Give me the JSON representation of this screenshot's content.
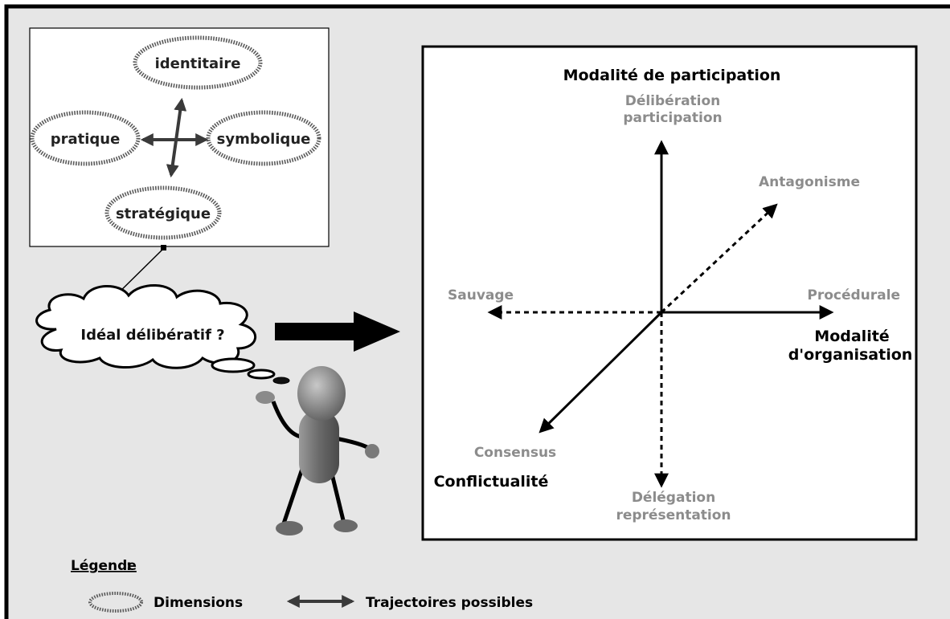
{
  "dimensions": {
    "identitaire": "identitaire",
    "pratique": "pratique",
    "symbolique": "symbolique",
    "strategique": "stratégique"
  },
  "thought": "Idéal délibératif ?",
  "axes": {
    "participation_title": "Modalité de participation",
    "participation_top_line1": "Délibération",
    "participation_top_line2": "participation",
    "participation_bottom_line1": "Délégation",
    "participation_bottom_line2": "représentation",
    "organisation_title_line1": "Modalité",
    "organisation_title_line2": "d'organisation",
    "organisation_right": "Procédurale",
    "organisation_left": "Sauvage",
    "conflict_title": "Conflictualité",
    "conflict_positive": "Antagonisme",
    "conflict_negative": "Consensus"
  },
  "legend": {
    "title": "Légende",
    "colon": ":",
    "dimensions": "Dimensions",
    "trajectoires": "Trajectoires possibles"
  },
  "colors": {
    "frame_bg": "#e6e6e6",
    "axis_gray_label": "#8c8c8c",
    "figure_gray": "#7a7a7a"
  }
}
